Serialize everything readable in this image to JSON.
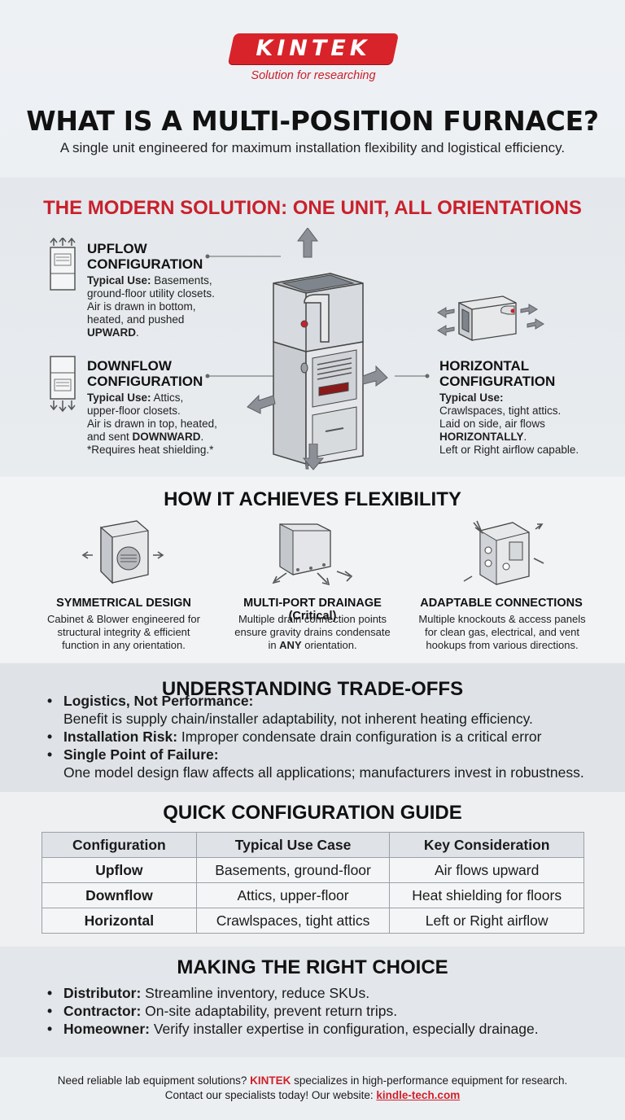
{
  "header": {
    "logo_text": "KINTEK",
    "tagline": "Solution for researching",
    "title": "WHAT IS A MULTI-POSITION FURNACE?",
    "subtitle": "A single unit engineered for maximum installation flexibility and logistical efficiency."
  },
  "modern_solution": {
    "heading": "THE MODERN SOLUTION: ONE UNIT, ALL ORIENTATIONS",
    "upflow": {
      "title_line1": "UPFLOW",
      "title_line2": "CONFIGURATION",
      "use_label": "Typical Use:",
      "use_text": " Basements,",
      "line2": "ground-floor utility closets.",
      "line3": "Air is drawn in bottom,",
      "line4": "heated, and pushed",
      "line5": "UPWARD",
      "line5_suffix": "."
    },
    "downflow": {
      "title_line1": "DOWNFLOW",
      "title_line2": "CONFIGURATION",
      "use_label": "Typical Use:",
      "use_text": " Attics,",
      "line2": "upper-floor closets.",
      "line3": "Air is drawn in top, heated,",
      "line4_prefix": "and sent ",
      "line4_bold": "DOWNWARD",
      "line4_suffix": ".",
      "line5": "*Requires heat shielding.*"
    },
    "horizontal": {
      "title_line1": "HORIZONTAL",
      "title_line2": "CONFIGURATION",
      "use_label": "Typical Use:",
      "line2": "Crawlspaces, tight attics.",
      "line3": "Laid on side, air flows",
      "line4": "HORIZONTALLY",
      "line4_suffix": ".",
      "line5": "Left or Right airflow capable."
    }
  },
  "flexibility": {
    "heading": "HOW IT ACHIEVES FLEXIBILITY",
    "features": [
      {
        "title": "SYMMETRICAL DESIGN",
        "lines": [
          "Cabinet & Blower engineered for",
          "structural integrity & efficient",
          "function in any orientation."
        ]
      },
      {
        "title": "MULTI-PORT DRAINAGE (Critical)",
        "lines": [
          "Multiple drain connection points",
          "ensure gravity drains condensate"
        ],
        "line3_prefix": "in ",
        "line3_bold": "ANY",
        "line3_suffix": " orientation."
      },
      {
        "title": "ADAPTABLE CONNECTIONS",
        "lines": [
          "Multiple knockouts & access panels",
          "for clean gas, electrical, and vent",
          "hookups from various directions."
        ]
      }
    ]
  },
  "tradeoffs": {
    "heading": "UNDERSTANDING TRADE-OFFS",
    "items": [
      {
        "label": "Logistics, Not Performance:",
        "text": "Benefit is supply chain/installer adaptability, not inherent heating efficiency."
      },
      {
        "label": "Installation Risk:",
        "text": " Improper condensate drain configuration is a critical error"
      },
      {
        "label": "Single Point of Failure:",
        "text": "One model design flaw affects all applications; manufacturers invest in robustness."
      }
    ]
  },
  "guide": {
    "heading": "QUICK CONFIGURATION GUIDE",
    "columns": [
      "Configuration",
      "Typical Use Case",
      "Key Consideration"
    ],
    "rows": [
      [
        "Upflow",
        "Basements, ground-floor",
        "Air flows upward"
      ],
      [
        "Downflow",
        "Attics, upper-floor",
        "Heat shielding for floors"
      ],
      [
        "Horizontal",
        "Crawlspaces, tight attics",
        "Left or Right airflow"
      ]
    ]
  },
  "choice": {
    "heading": "MAKING THE RIGHT CHOICE",
    "items": [
      {
        "label": "Distributor:",
        "text": " Streamline inventory, reduce SKUs."
      },
      {
        "label": "Contractor:",
        "text": " On-site adaptability, prevent return trips."
      },
      {
        "label": "Homeowner:",
        "text": " Verify installer expertise in configuration, especially drainage."
      }
    ]
  },
  "footer": {
    "line1_prefix": "Need reliable lab equipment solutions? ",
    "brand": "KINTEK",
    "line1_suffix": " specializes in high-performance equipment for research.",
    "line2_prefix": "Contact our specialists today! Our website: ",
    "website": "kindle-tech.com"
  },
  "colors": {
    "accent": "#d0202a",
    "text": "#1a1a1a"
  }
}
